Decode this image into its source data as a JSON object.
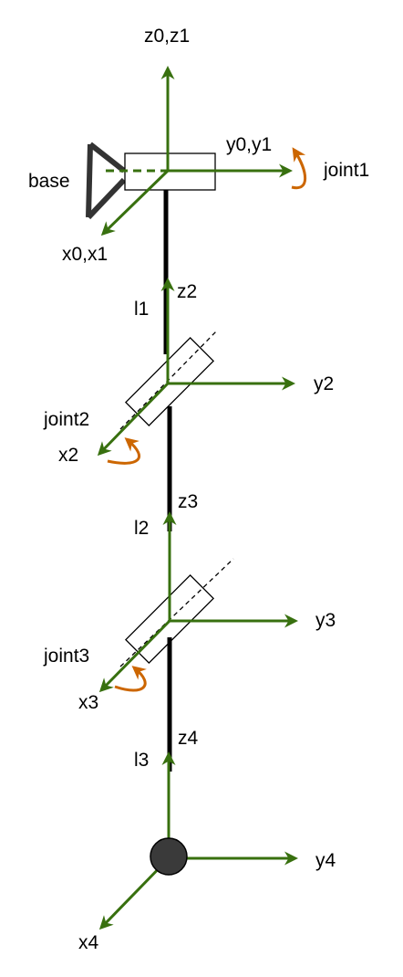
{
  "colors": {
    "axis": "#38700f",
    "link": "#000000",
    "rotation": "#cc6600",
    "base_mount": "#333333",
    "base_circle": "#3a3a3a"
  },
  "labels": {
    "z01": "z0,z1",
    "y01": "y0,y1",
    "x01": "x0,x1",
    "base": "base",
    "joint1": "joint1",
    "z2": "z2",
    "l1": "l1",
    "y2": "y2",
    "joint2": "joint2",
    "x2": "x2",
    "z3": "z3",
    "l2": "l2",
    "y3": "y3",
    "joint3": "joint3",
    "x3": "x3",
    "z4": "z4",
    "l3": "l3",
    "y4": "y4",
    "x4": "x4"
  }
}
